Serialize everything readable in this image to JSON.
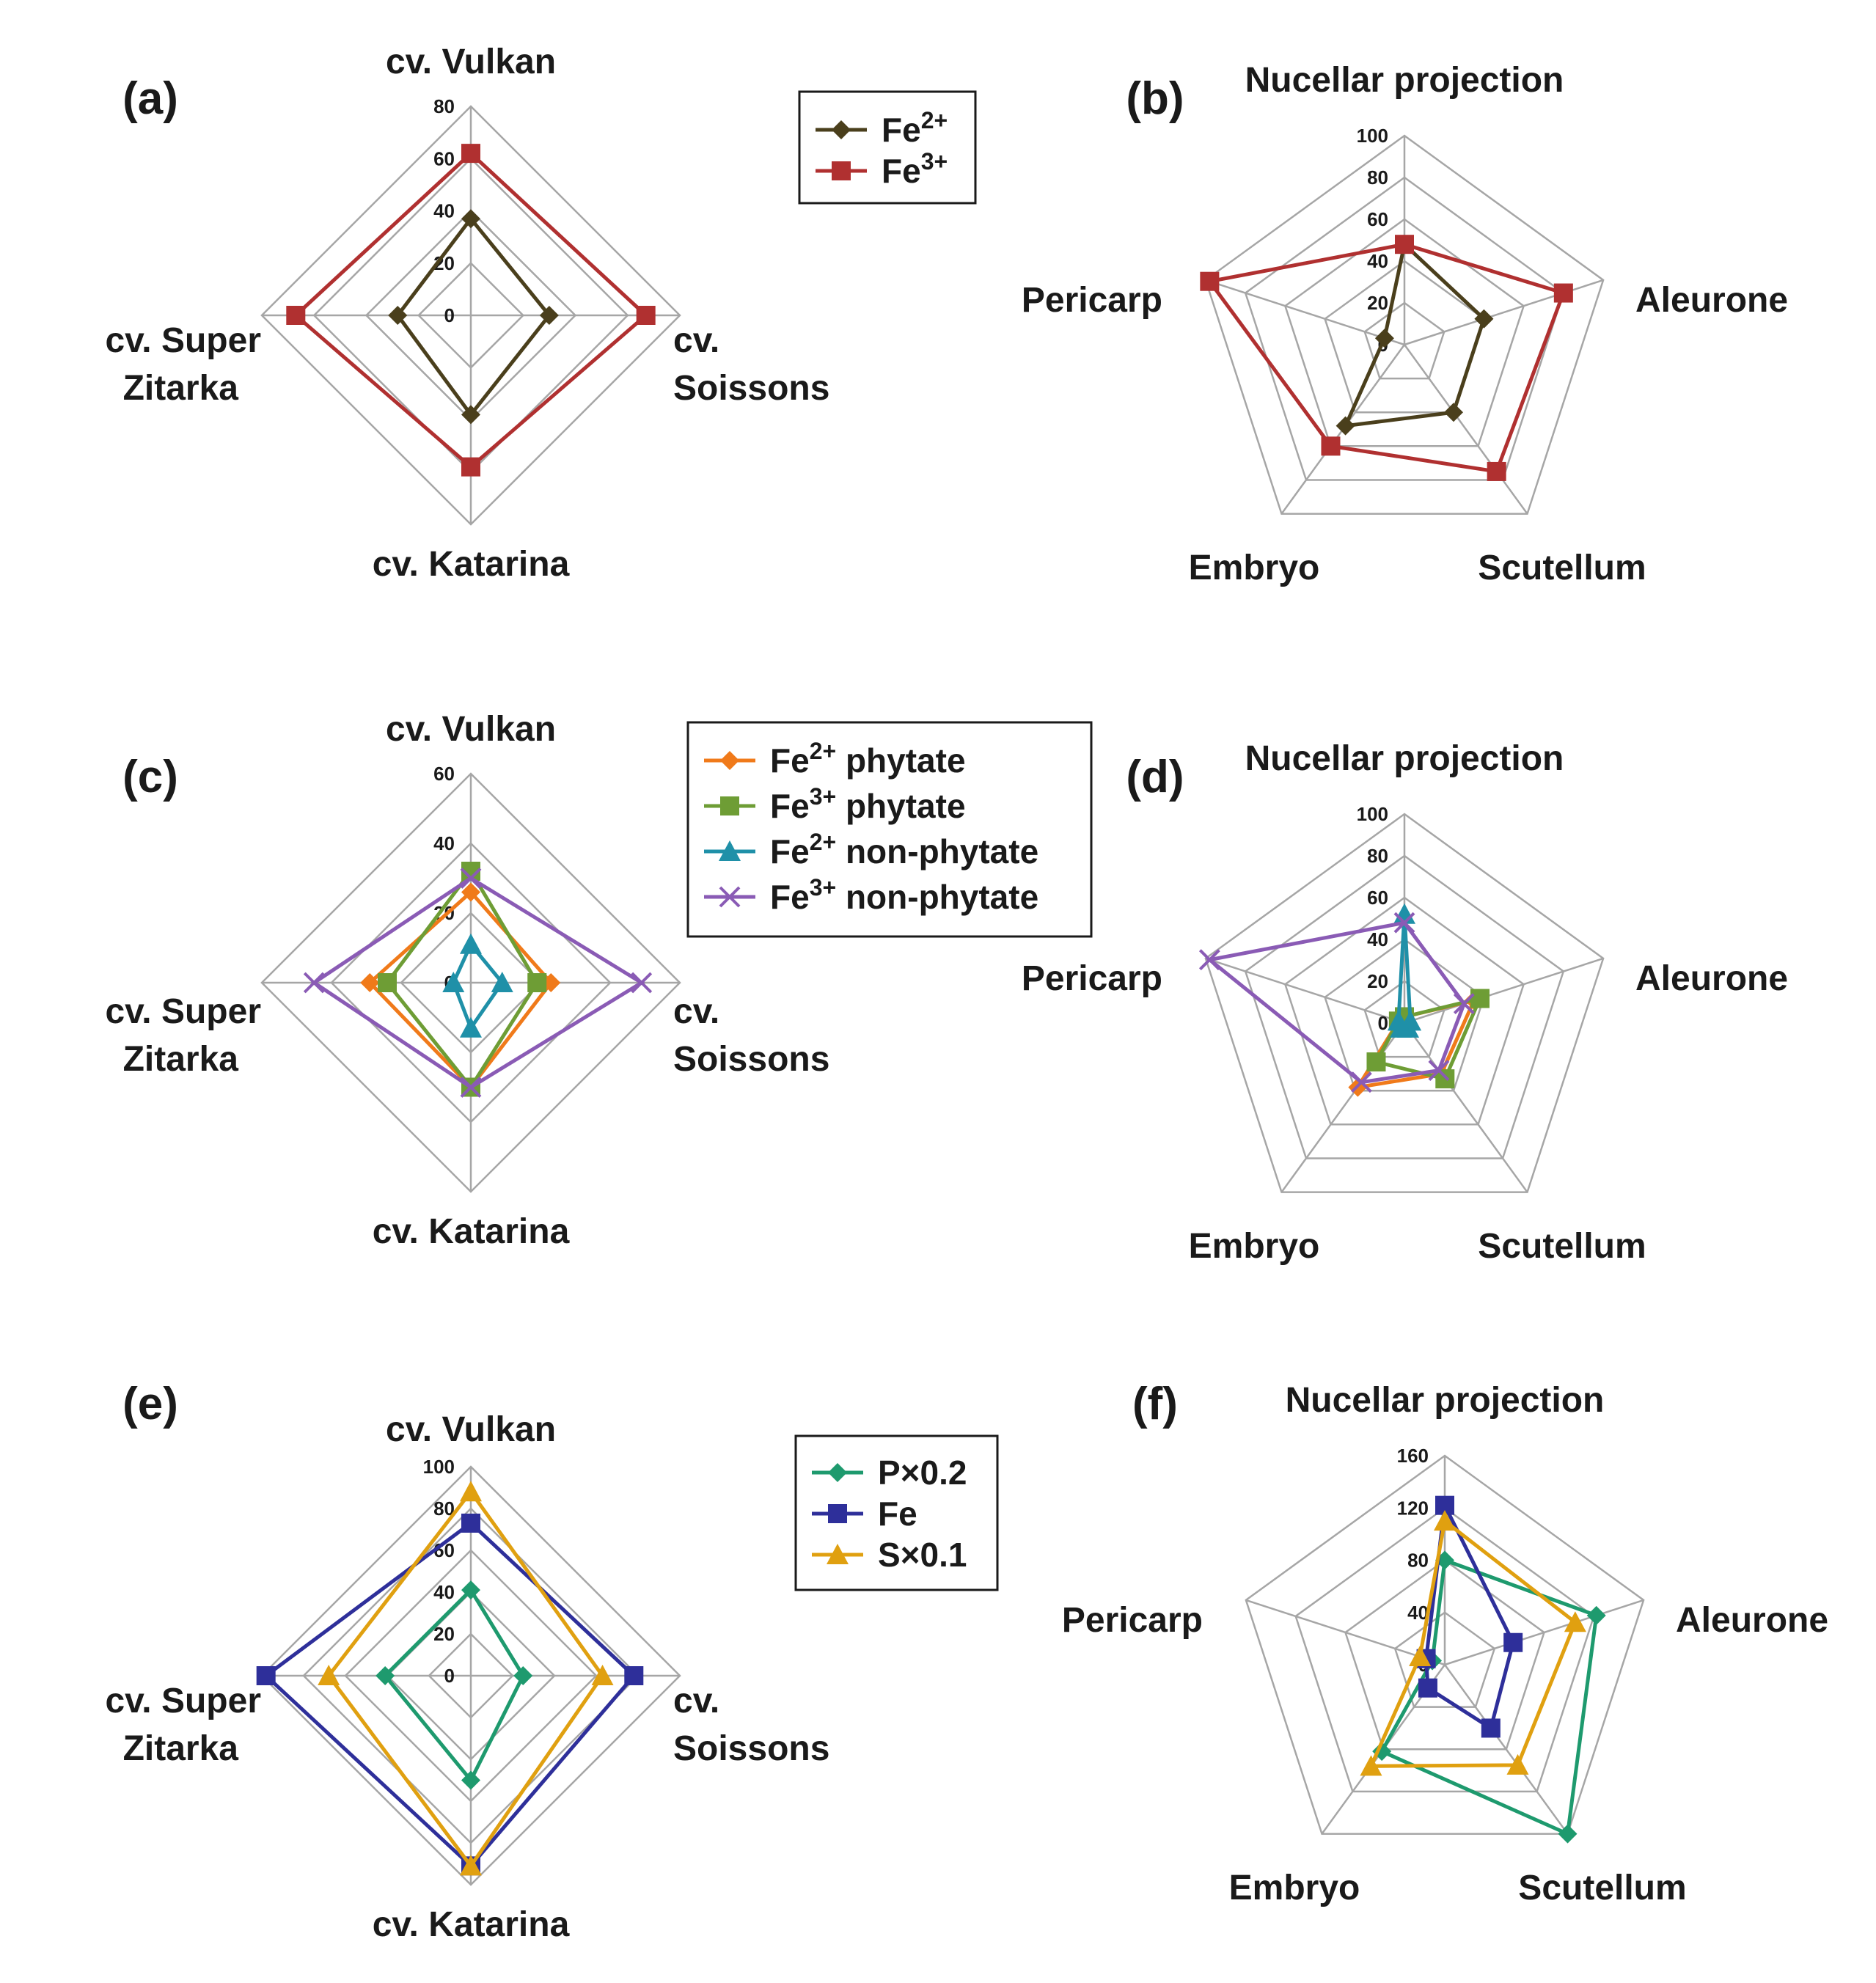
{
  "chart_data": [
    {
      "type": "radar",
      "panel_label": "(a)",
      "axes": [
        "cv. Vulkan",
        "cv. Soissons",
        "cv. Katarina",
        "cv. Super Zitarka"
      ],
      "rmax": 80,
      "ticks": [
        "0",
        "20",
        "40",
        "60",
        "80"
      ],
      "series": [
        {
          "name": "Fe2+",
          "sup": "2+",
          "base": "Fe",
          "rest": "",
          "color": "#4a3f1c",
          "marker": "diamond",
          "values": [
            37,
            30,
            38,
            28
          ]
        },
        {
          "name": "Fe3+",
          "sup": "3+",
          "base": "Fe",
          "rest": "",
          "color": "#b03030",
          "marker": "square",
          "values": [
            62,
            67,
            58,
            67
          ]
        }
      ]
    },
    {
      "type": "radar",
      "panel_label": "(b)",
      "axes": [
        "Nucellar projection",
        "Aleurone",
        "Scutellum",
        "Embryo",
        "Pericarp"
      ],
      "rmax": 100,
      "ticks": [
        "0",
        "20",
        "40",
        "60",
        "80",
        "100"
      ],
      "series": [
        {
          "name": "Fe2+",
          "color": "#4a3f1c",
          "marker": "diamond",
          "values": [
            48,
            40,
            40,
            48,
            10
          ]
        },
        {
          "name": "Fe3+",
          "color": "#b03030",
          "marker": "square",
          "values": [
            48,
            80,
            75,
            60,
            98
          ]
        }
      ]
    },
    {
      "type": "radar",
      "panel_label": "(c)",
      "axes": [
        "cv. Vulkan",
        "cv. Soissons",
        "cv. Katarina",
        "cv. Super Zitarka"
      ],
      "rmax": 60,
      "ticks": [
        "0",
        "20",
        "40",
        "60"
      ],
      "series": [
        {
          "name": "Fe2+ phytate",
          "sup": "2+",
          "base": "Fe",
          "rest": " phytate",
          "color": "#f07a1a",
          "marker": "diamond",
          "values": [
            26,
            23,
            30,
            29
          ]
        },
        {
          "name": "Fe3+ phytate",
          "sup": "3+",
          "base": "Fe",
          "rest": " phytate",
          "color": "#6e9d35",
          "marker": "square",
          "values": [
            32,
            19,
            30,
            24
          ]
        },
        {
          "name": "Fe2+ non-phytate",
          "sup": "2+",
          "base": "Fe",
          "rest": " non-phytate",
          "color": "#1f90a8",
          "marker": "triangle",
          "values": [
            11,
            9,
            13,
            5
          ]
        },
        {
          "name": "Fe3+ non-phytate",
          "sup": "3+",
          "base": "Fe",
          "rest": " non-phytate",
          "color": "#8a5bb5",
          "marker": "x",
          "values": [
            30,
            49,
            30,
            45
          ]
        }
      ]
    },
    {
      "type": "radar",
      "panel_label": "(d)",
      "axes": [
        "Nucellar projection",
        "Aleurone",
        "Scutellum",
        "Embryo",
        "Pericarp"
      ],
      "rmax": 100,
      "ticks": [
        "0",
        "20",
        "40",
        "60",
        "80",
        "100"
      ],
      "series": [
        {
          "name": "Fe2+ phytate",
          "color": "#f07a1a",
          "marker": "diamond",
          "values": [
            3,
            35,
            30,
            38,
            3
          ]
        },
        {
          "name": "Fe3+ phytate",
          "color": "#6e9d35",
          "marker": "square",
          "values": [
            3,
            38,
            33,
            23,
            3
          ]
        },
        {
          "name": "Fe2+ non-phytate",
          "color": "#1f90a8",
          "marker": "triangle",
          "values": [
            52,
            3,
            3,
            3,
            3
          ]
        },
        {
          "name": "Fe3+ non-phytate",
          "color": "#8a5bb5",
          "marker": "x",
          "values": [
            48,
            30,
            28,
            35,
            98
          ]
        }
      ]
    },
    {
      "type": "radar",
      "panel_label": "(e)",
      "axes": [
        "cv. Vulkan",
        "cv. Soissons",
        "cv. Katarina",
        "cv. Super Zitarka"
      ],
      "rmax": 100,
      "ticks": [
        "0",
        "20",
        "40",
        "60",
        "80",
        "100"
      ],
      "series": [
        {
          "name": "P×0.2",
          "base": "P×0.2",
          "sup": "",
          "rest": "",
          "color": "#1e9a6e",
          "marker": "diamond",
          "values": [
            41,
            25,
            50,
            41
          ]
        },
        {
          "name": "Fe",
          "base": "Fe",
          "sup": "",
          "rest": "",
          "color": "#2e2f9a",
          "marker": "square",
          "values": [
            73,
            78,
            91,
            98
          ]
        },
        {
          "name": "S×0.1",
          "base": "S×0.1",
          "sup": "",
          "rest": "",
          "color": "#e0a010",
          "marker": "triangle",
          "values": [
            88,
            63,
            91,
            68
          ]
        }
      ]
    },
    {
      "type": "radar",
      "panel_label": "(f)",
      "axes": [
        "Nucellar projection",
        "Aleurone",
        "Scutellum",
        "Embryo",
        "Pericarp"
      ],
      "rmax": 160,
      "ticks": [
        "0",
        "40",
        "80",
        "120",
        "160"
      ],
      "series": [
        {
          "name": "P×0.2",
          "color": "#1e9a6e",
          "marker": "diamond",
          "values": [
            80,
            122,
            160,
            82,
            10
          ]
        },
        {
          "name": "Fe",
          "color": "#2e2f9a",
          "marker": "square",
          "values": [
            122,
            55,
            60,
            22,
            15
          ]
        },
        {
          "name": "S×0.1",
          "color": "#e0a010",
          "marker": "triangle",
          "values": [
            110,
            105,
            95,
            96,
            20
          ]
        }
      ]
    }
  ]
}
